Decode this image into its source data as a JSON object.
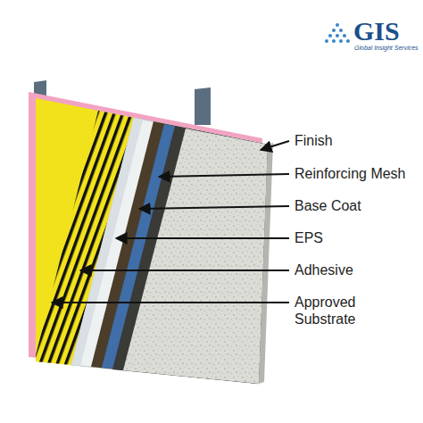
{
  "diagram": {
    "labels": [
      "GIS",
      "Global Insight Services",
      "Finish",
      "Reinforcing Mesh",
      "Base Coat",
      "EPS",
      "Adhesive",
      "Approved Substrate"
    ]
  }
}
